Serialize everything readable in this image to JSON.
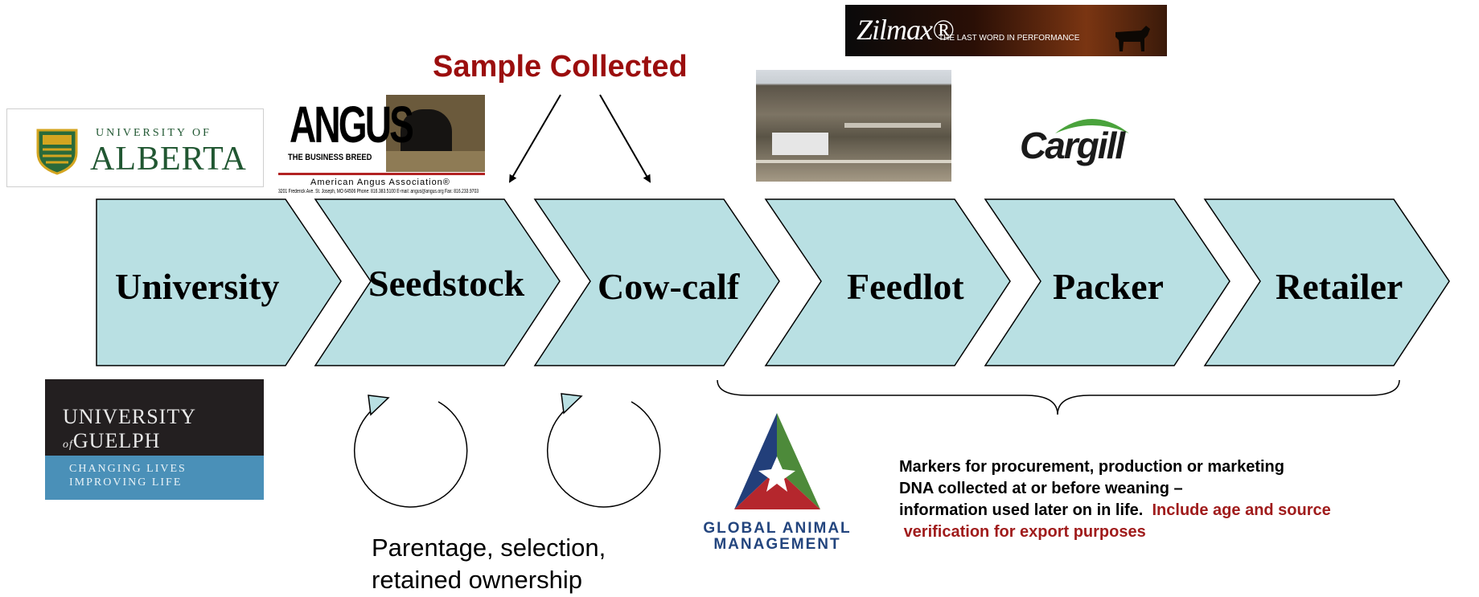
{
  "header": {
    "sample_label": "Sample Collected"
  },
  "chain": {
    "stages": [
      {
        "label": "University"
      },
      {
        "label": "Seedstock"
      },
      {
        "label": "Cow-calf"
      },
      {
        "label": "Feedlot"
      },
      {
        "label": "Packer"
      },
      {
        "label": "Retailer"
      }
    ],
    "fill_color": "#b9e0e3",
    "stroke_color": "#000000"
  },
  "logos": {
    "university_of_alberta": {
      "line1": "UNIVERSITY OF",
      "line2": "ALBERTA"
    },
    "angus": {
      "word": "ANGUS",
      "tagline": "THE BUSINESS BREED",
      "association": "American Angus Association®",
      "address": "3201 Frederick Ave. St. Joseph, MO 64506  Phone: 816.383.5100  E-mail: angus@angus.org  Fax: 816.233.9703"
    },
    "zilmax": {
      "brand": "Zilmax®",
      "tagline": "THE LAST WORD IN PERFORMANCE"
    },
    "cargill": {
      "name": "Cargill"
    },
    "university_of_guelph": {
      "line1": "UNIVERSITY",
      "of": "of",
      "line2": "GUELPH",
      "tag1": "CHANGING LIVES",
      "tag2": "IMPROVING LIFE"
    },
    "global_animal_management": {
      "line1": "GLOBAL ANIMAL",
      "line2": "MANAGEMENT"
    }
  },
  "notes": {
    "parentage": {
      "line1": "Parentage, selection,",
      "line2": "retained ownership"
    },
    "markers": {
      "line1": "Markers for procurement, production or marketing",
      "line2": "DNA collected at or before weaning –",
      "line3": "information used later on in life.",
      "line3_red": "Include age and source",
      "line4_red": "verification for export purposes"
    }
  }
}
